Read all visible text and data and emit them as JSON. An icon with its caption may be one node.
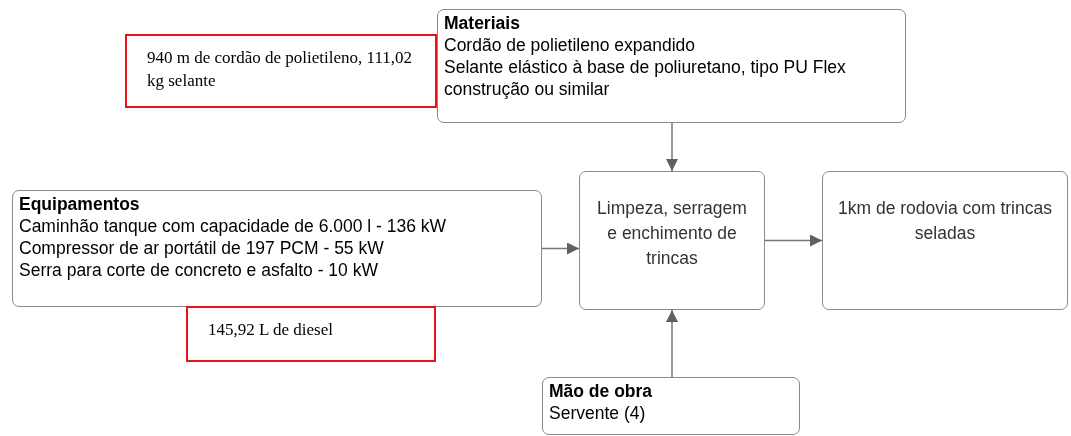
{
  "diagram": {
    "nodes": [
      {
        "text": [
          "Materiais",
          "Cordão de polietileno expandido",
          "Selante elástico à base de poliuretano, tipo PU Flex construção ou similar"
        ]
      },
      {
        "text": [
          "940 m de cordão de polietileno, 111,02 kg selante"
        ]
      },
      {
        "text": [
          "Equipamentos",
          "Caminhão tanque com capacidade de 6.000 l - 136 kW",
          "Compressor de ar portátil de 197 PCM - 55 kW",
          "Serra para corte de concreto e asfalto - 10 kW"
        ]
      },
      {
        "text": [
          "145,92 L de diesel"
        ]
      },
      {
        "text": [
          "Limpeza, serragem e enchimento de trincas"
        ]
      },
      {
        "text": [
          "1km de rodovia com trincas seladas"
        ]
      },
      {
        "text": [
          "Mão de obra",
          "Servente (4)"
        ]
      }
    ],
    "edges": [
      {
        "from": 0,
        "to": 4,
        "arrow": "to"
      },
      {
        "from": 2,
        "to": 4,
        "arrow": "to"
      },
      {
        "from": 6,
        "to": 4,
        "arrow": "to"
      },
      {
        "from": 4,
        "to": 5,
        "arrow": "to"
      }
    ]
  }
}
